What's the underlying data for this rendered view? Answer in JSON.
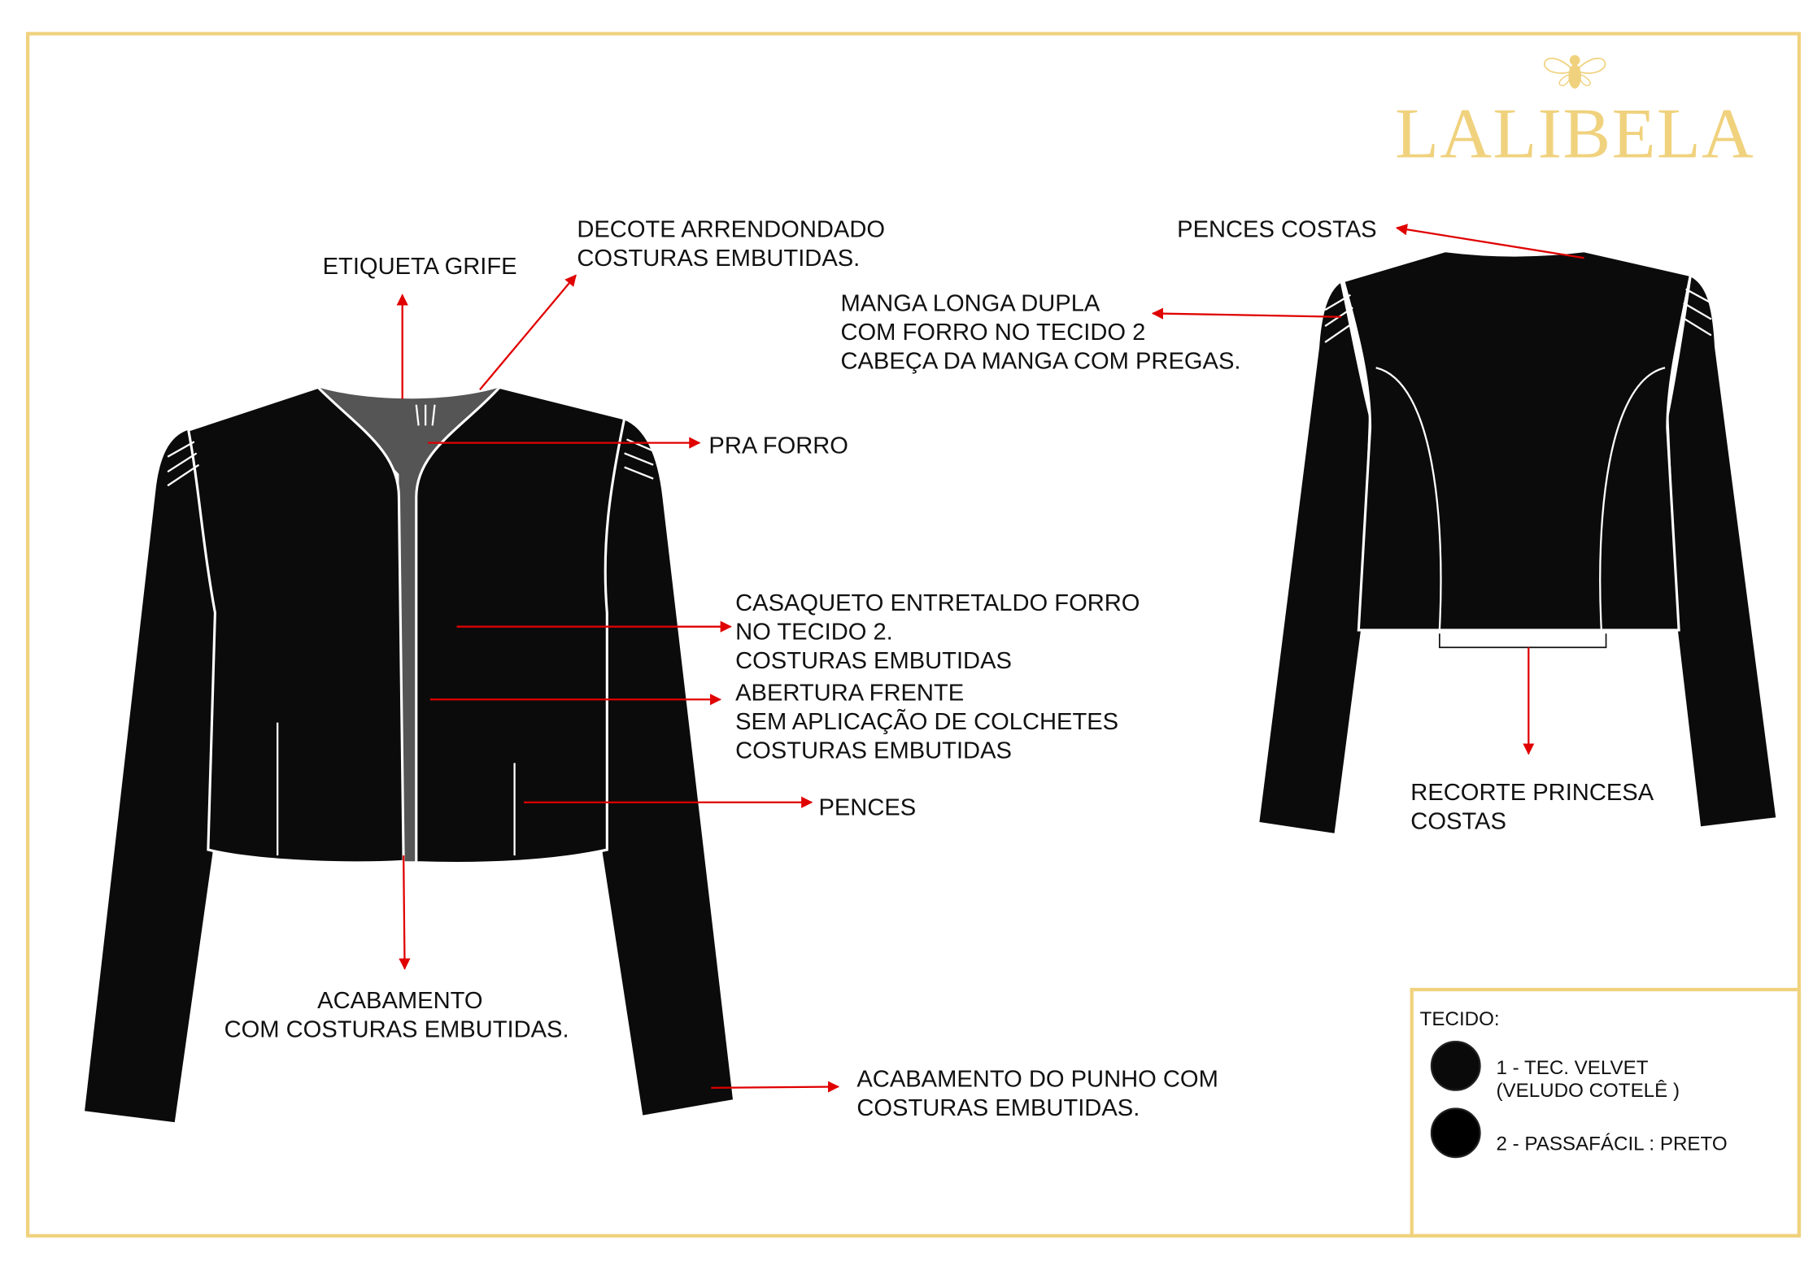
{
  "brand": {
    "name": "LALIBELA",
    "logo_icon": "bee-icon",
    "color": "#f0d27e"
  },
  "front_labels": {
    "etiqueta": "ETIQUETA GRIFE",
    "decote": [
      "DECOTE ARRENDONDADO",
      "COSTURAS EMBUTIDAS."
    ],
    "pra_forro": "PRA FORRO",
    "casaqueto": [
      "CASAQUETO ENTRETALDO FORRO",
      "NO TECIDO 2.",
      "COSTURAS EMBUTIDAS"
    ],
    "abertura": [
      "ABERTURA FRENTE",
      "SEM APLICAÇÃO DE COLCHETES",
      "COSTURAS EMBUTIDAS"
    ],
    "pences": "PENCES",
    "acabamento": [
      "ACABAMENTO",
      "COM COSTURAS EMBUTIDAS."
    ],
    "punho": [
      "ACABAMENTO DO PUNHO COM",
      "COSTURAS EMBUTIDAS."
    ]
  },
  "back_labels": {
    "pences_costas": "PENCES COSTAS",
    "manga": [
      "MANGA LONGA DUPLA",
      "COM FORRO NO TECIDO 2",
      "CABEÇA DA MANGA COM PREGAS."
    ],
    "recorte": [
      "RECORTE PRINCESA",
      "COSTAS"
    ]
  },
  "fabric": {
    "title": "TECIDO:",
    "items": [
      {
        "lines": [
          "1 - TEC. VELVET",
          "(VELUDO COTELÊ )"
        ],
        "color": "#0a0a0a"
      },
      {
        "lines": [
          "2 - PASSAFÁCIL : PRETO"
        ],
        "color": "#000000"
      }
    ]
  },
  "colors": {
    "frame": "#f0d27e",
    "arrow": "#e00000",
    "fabric": "#0b0b0b",
    "lining": "#555555"
  }
}
